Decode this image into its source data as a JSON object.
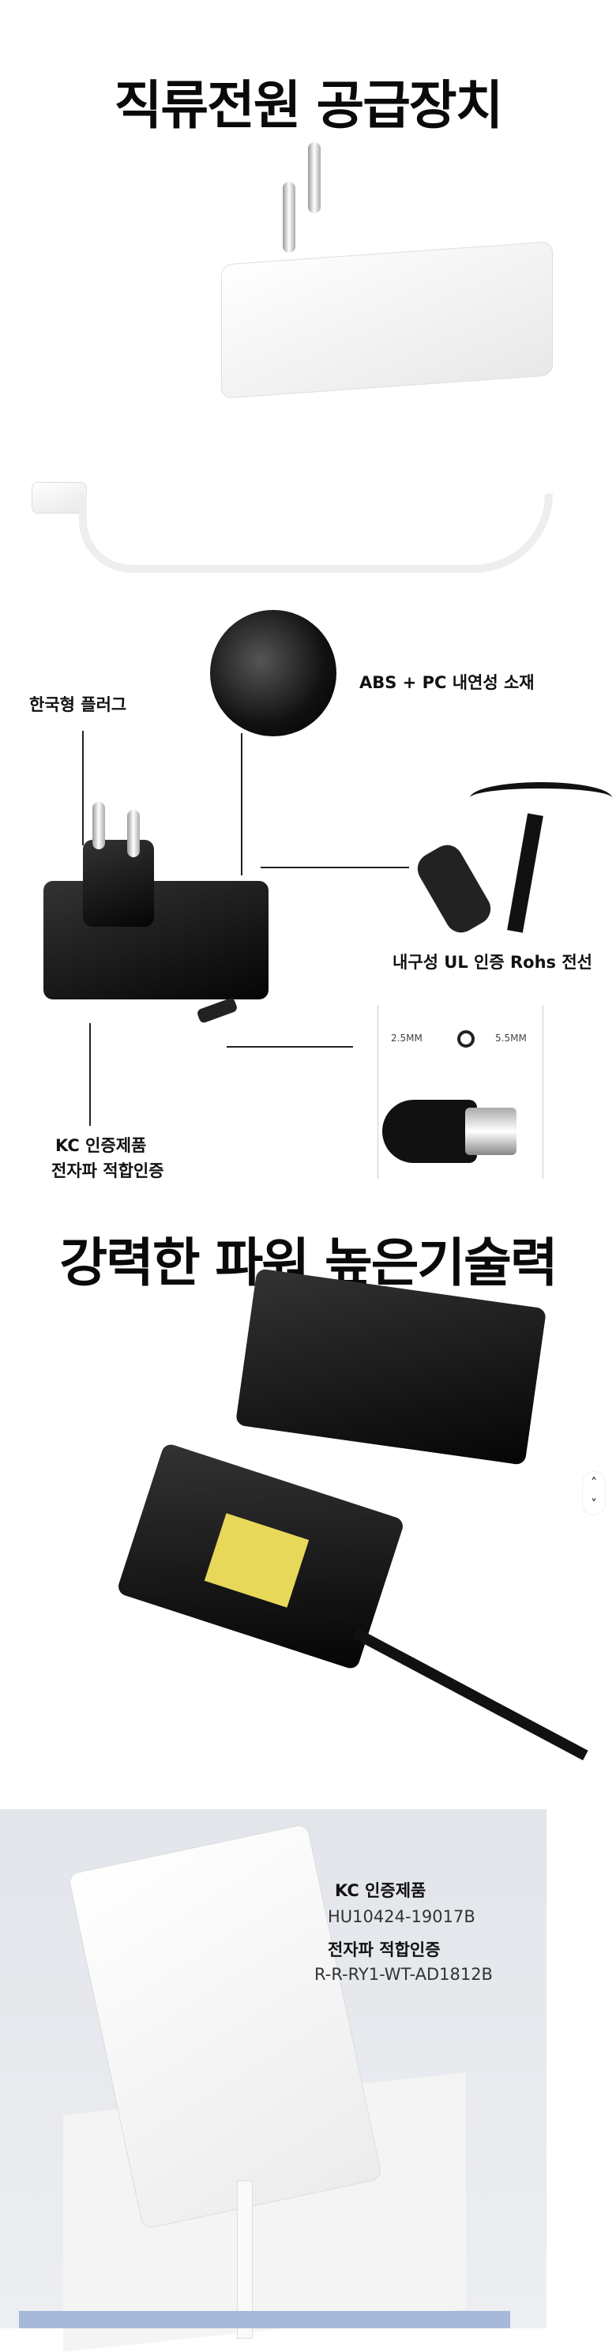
{
  "section1": {
    "title": "직류전원 공급장치"
  },
  "section2": {
    "labels": {
      "plug": "한국형 플러그",
      "material": "ABS + PC 내연성  소재",
      "cable": "내구성 UL 인증 Rohs 전선",
      "kc_line1": "KC 인증제품",
      "kc_line2": "전자파 적합인증"
    },
    "connector": {
      "inner": "2.5MM",
      "outer": "5.5MM"
    }
  },
  "section3": {
    "title": "강력한 파워 높은기술력"
  },
  "section4": {
    "kc_label": "KC 인증제품",
    "kc_code": "HU10424-19017B",
    "emc_label": "전자파 적합인증",
    "emc_code": "R-R-RY1-WT-AD1812B"
  },
  "scroll": {
    "up": "˄",
    "down": "˅"
  },
  "colors": {
    "cert_bar": "#a8b8d8",
    "photo_bg": "#e4e7ec"
  }
}
